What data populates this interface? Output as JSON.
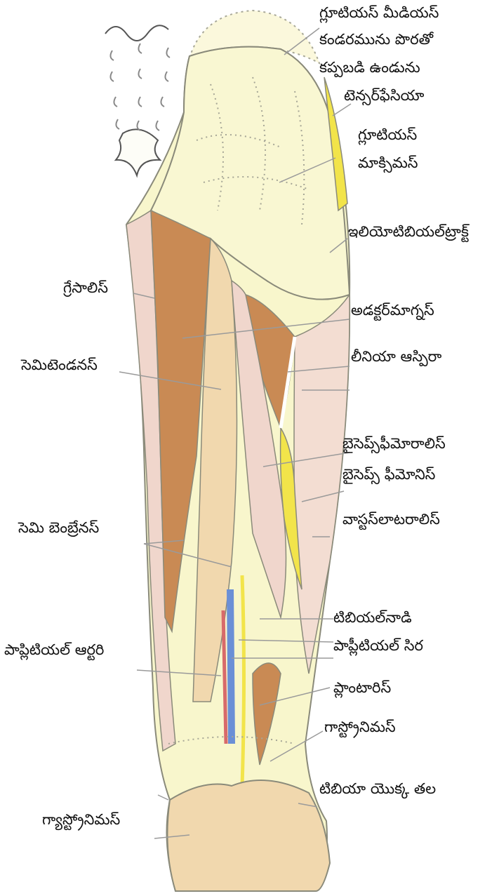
{
  "colors": {
    "skin": "#f8f6cc",
    "muscle_red": "#c98a54",
    "muscle_pink": "#f0d6cc",
    "muscle_beige": "#f1d8ae",
    "tendon_yellow": "#f2e44a",
    "vein_blue": "#6b8fd6",
    "artery_red": "#d86a6a",
    "outline": "#8a8a7a",
    "leader": "#9a9a9a"
  },
  "labels": {
    "gluteus_medius_1": "గ్లూటియస్ మీడియస్",
    "gluteus_medius_2": "కండరమును పొరతో",
    "gluteus_medius_3": "కప్పబడి ఉండును",
    "tensor_fasciae": "టెన్సర్‌ఫేసియా",
    "gluteus_maximus_1": "గ్లూటియస్",
    "gluteus_maximus_2": "మాక్సిమస్",
    "iliotibial_tract": "ఇలియోటిబియల్‌ట్రాక్ట్",
    "gracilis": "గ్రేసాలిస్",
    "adductor_magnus": "అడక్టర్‌మాగ్నస్",
    "semitendinosus": "సెమిటెండనస్",
    "linea_aspera": "లీనియా  ఆస్పిరా",
    "biceps_femoris_1": "బైసెప్స్‌ఫీమోరాలిస్",
    "biceps_femoris_2": "బైసెప్స్  ఫీమోనిస్",
    "semimembranosus": "సెమి  బెంబ్రేనస్",
    "vastus_lateralis": "వాస్టస్‌లాటరాలిస్",
    "tibial_nerve": "టిబియల్‌నాడి",
    "popliteal_artery": "పాప్లిటియల్  ఆర్టరి",
    "popliteal_vein": "పాప్లీటియల్  సిర",
    "plantaris": "ప్లాంటారిస్",
    "gastrocnemius_right": "గాస్ట్రోనిమస్",
    "tibia_head": "టిబియా  యొక్క  తల",
    "gastrocnemius_left": "గ్యాస్ట్రోనిమస్"
  }
}
